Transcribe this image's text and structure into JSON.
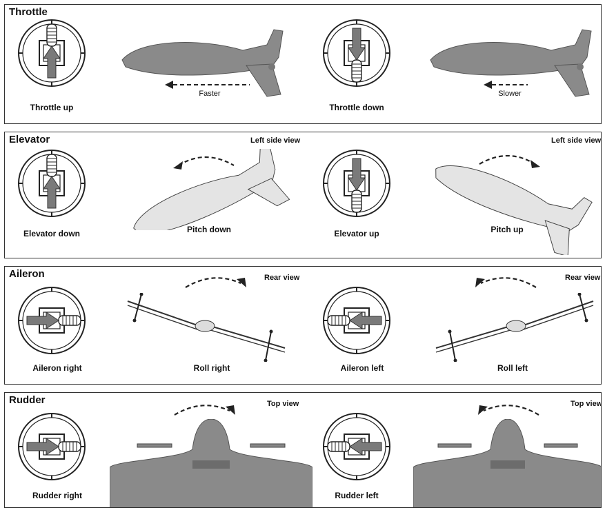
{
  "throttle": {
    "title": "Throttle",
    "up_label": "Throttle up",
    "faster": "Faster",
    "down_label": "Throttle down",
    "slower": "Slower"
  },
  "elevator": {
    "title": "Elevator",
    "view": "Left side view",
    "down_label": "Elevator down",
    "pitch_down": "Pitch down",
    "up_label": "Elevator up",
    "pitch_up": "Pitch up"
  },
  "aileron": {
    "title": "Aileron",
    "view": "Rear view",
    "right_label": "Aileron right",
    "roll_right": "Roll right",
    "left_label": "Aileron left",
    "roll_left": "Roll left"
  },
  "rudder": {
    "title": "Rudder",
    "view": "Top view",
    "right_label": "Rudder right",
    "left_label": "Rudder left"
  },
  "colors": {
    "aircraft": "#8a8a8a",
    "arrow": "#7a7a7a",
    "outline": "#222222"
  }
}
